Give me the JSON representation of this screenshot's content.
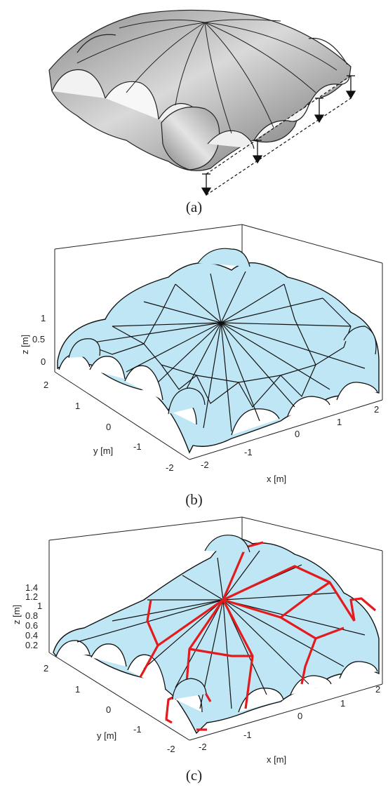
{
  "panels": {
    "a": {
      "caption": "(a)"
    },
    "b": {
      "caption": "(b)",
      "z_label": "z [m]",
      "y_label": "y [m]",
      "x_label": "x [m]",
      "z_ticks": [
        "1",
        "0.5",
        "0"
      ],
      "y_ticks": [
        "2",
        "1",
        "0",
        "-1",
        "-2"
      ],
      "x_ticks": [
        "-2",
        "-1",
        "0",
        "1",
        "2"
      ]
    },
    "c": {
      "caption": "(c)",
      "z_label": "z [m]",
      "y_label": "y [m]",
      "x_label": "x [m]",
      "z_ticks": [
        "1.4",
        "1.2",
        "1",
        "0.8",
        "0.6",
        "0.4",
        "0.2"
      ],
      "y_ticks": [
        "2",
        "1",
        "0",
        "-1",
        "-2"
      ],
      "x_ticks": [
        "-2",
        "-1",
        "0",
        "1",
        "2"
      ]
    }
  },
  "colors": {
    "shell_grey": "#a8a8a8",
    "shell_blue": "#bfe6f5",
    "crack_red": "#e41a1c",
    "edge": "#111111"
  }
}
